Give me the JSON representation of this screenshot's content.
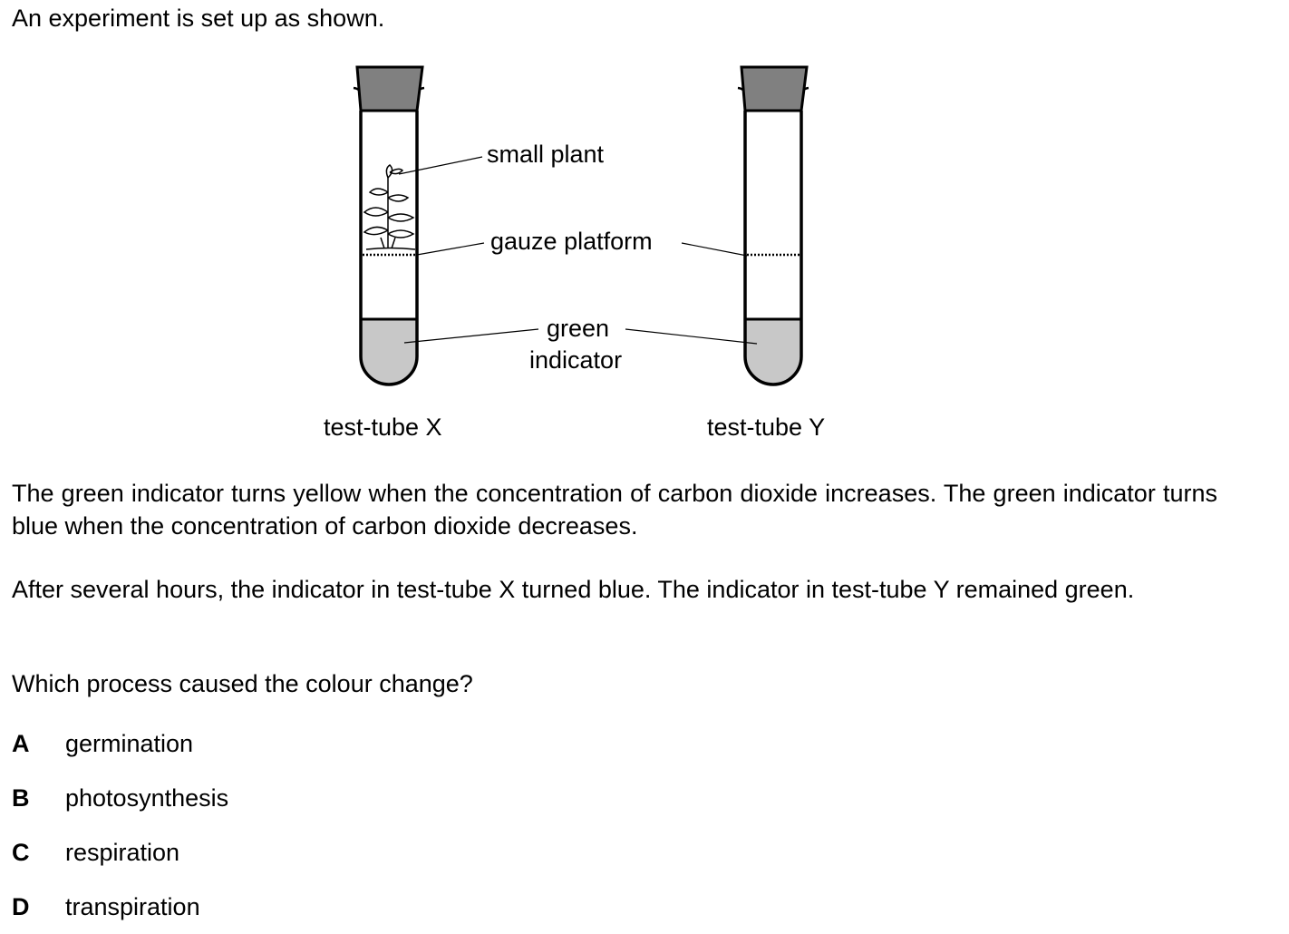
{
  "intro": "An experiment is set up as shown.",
  "diagram": {
    "label_small_plant": "small plant",
    "label_gauze_platform": "gauze platform",
    "label_green_indicator_line1": "green",
    "label_green_indicator_line2": "indicator",
    "tube_x_caption": "test-tube X",
    "tube_y_caption": "test-tube Y",
    "indicator_fill_color": "#c8c8c8",
    "stopper_color": "#808080"
  },
  "paragraph1": "The green indicator turns yellow when the concentration of carbon dioxide increases. The green indicator turns blue when the concentration of carbon dioxide decreases.",
  "paragraph2": "After several hours, the indicator in test-tube X turned blue. The indicator in test-tube Y remained green.",
  "question": "Which process caused the colour change?",
  "options": [
    {
      "letter": "A",
      "text": "germination"
    },
    {
      "letter": "B",
      "text": "photosynthesis"
    },
    {
      "letter": "C",
      "text": "respiration"
    },
    {
      "letter": "D",
      "text": "transpiration"
    }
  ]
}
